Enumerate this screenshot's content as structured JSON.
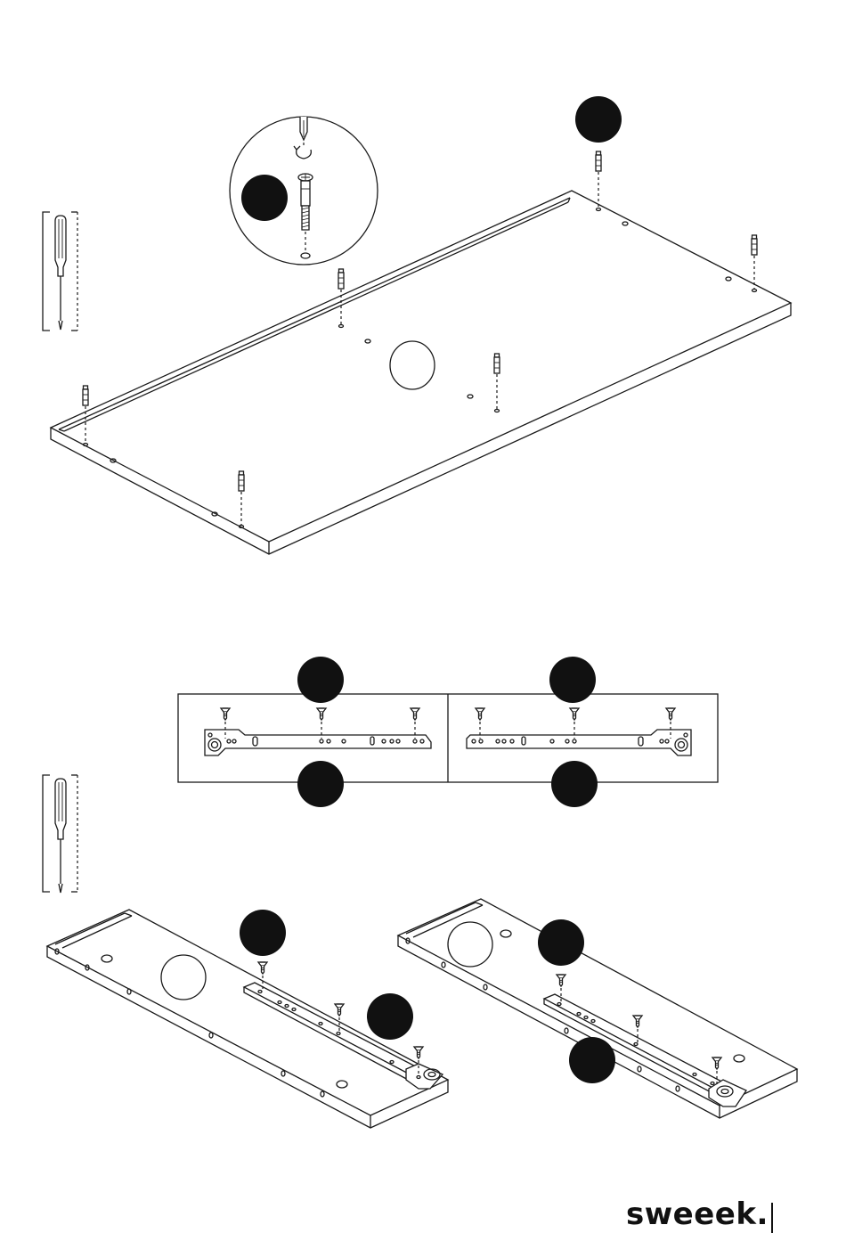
{
  "brand": {
    "name": "sweeek."
  },
  "colors": {
    "ink": "#111111",
    "paper": "#ffffff"
  },
  "icons": {
    "tool": "screwdriver-icon",
    "part_marker": "filled-circle-badge",
    "rotation": "rotate-arrow-icon"
  },
  "steps": [
    {
      "name": "cam-bolts-into-top-panel",
      "bolt_count": 6
    },
    {
      "name": "drawer-runners-onto-side-panels",
      "screws_per_runner": 3,
      "panels": 2
    }
  ]
}
